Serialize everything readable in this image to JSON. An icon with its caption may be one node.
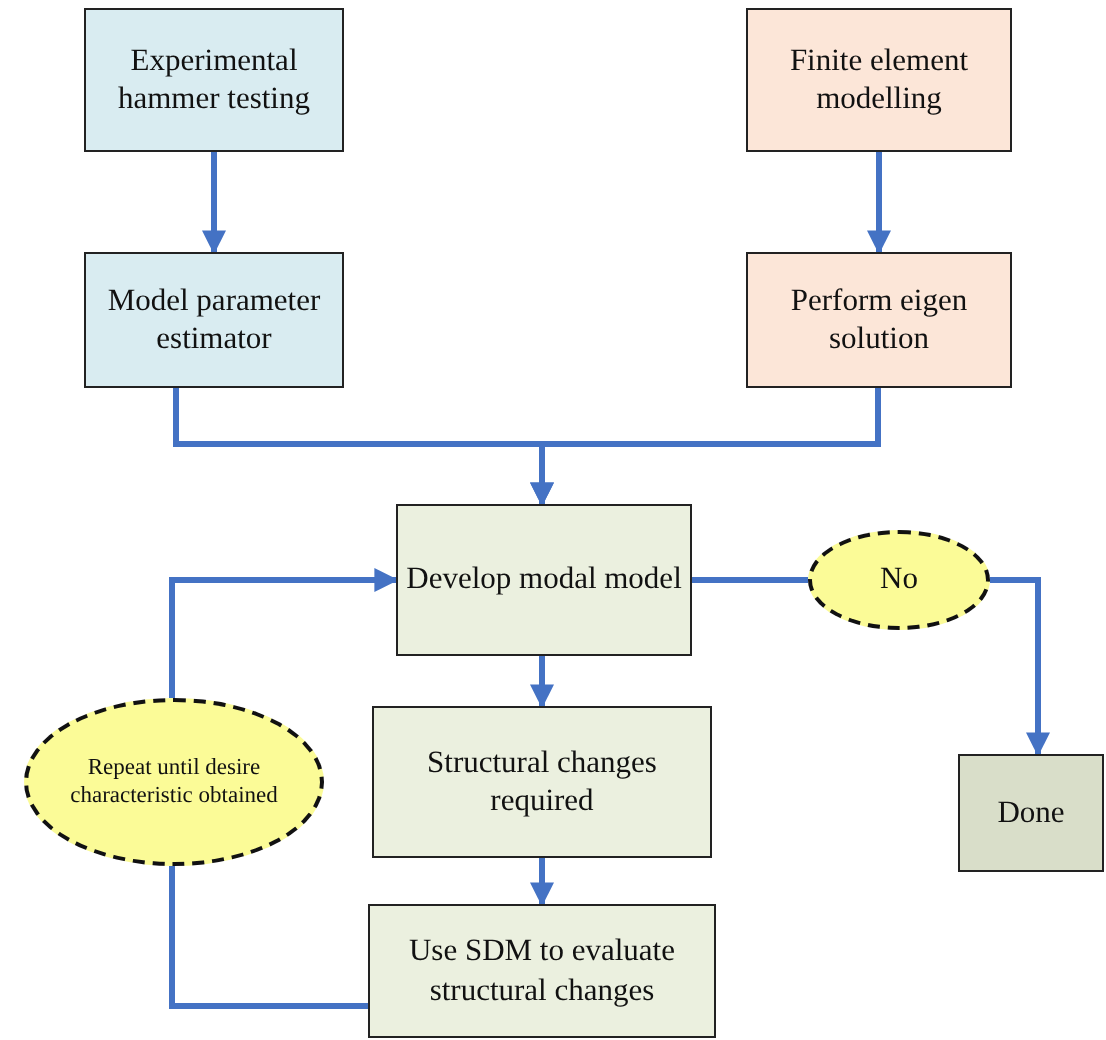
{
  "diagram": {
    "nodes": [
      {
        "text": [
          "Experimental hammer testing"
        ]
      },
      {
        "text": [
          "Finite element modelling"
        ]
      },
      {
        "text": [
          "Model parameter estimator"
        ]
      },
      {
        "text": [
          "Perform eigen solution"
        ]
      },
      {
        "text": [
          "Develop modal model"
        ]
      },
      {
        "text": [
          "No"
        ]
      },
      {
        "text": [
          "Structural changes required"
        ]
      },
      {
        "text": [
          "Done"
        ]
      },
      {
        "text": [
          "Repeat until desire characteristic obtained"
        ]
      },
      {
        "text": [
          "Use SDM to evaluate structural changes"
        ]
      }
    ],
    "edges": [
      {
        "from": 0,
        "to": 2,
        "arrow": "to"
      },
      {
        "from": 1,
        "to": 3,
        "arrow": "to"
      },
      {
        "from": 2,
        "to": 4,
        "arrow": "to"
      },
      {
        "from": 3,
        "to": 4,
        "arrow": "to"
      },
      {
        "from": 4,
        "to": 5,
        "arrow": "none"
      },
      {
        "from": 5,
        "to": 7,
        "arrow": "to"
      },
      {
        "from": 4,
        "to": 6,
        "arrow": "to"
      },
      {
        "from": 6,
        "to": 9,
        "arrow": "to"
      },
      {
        "from": 9,
        "to": 8,
        "arrow": "none"
      },
      {
        "from": 8,
        "to": 4,
        "arrow": "to"
      }
    ]
  }
}
